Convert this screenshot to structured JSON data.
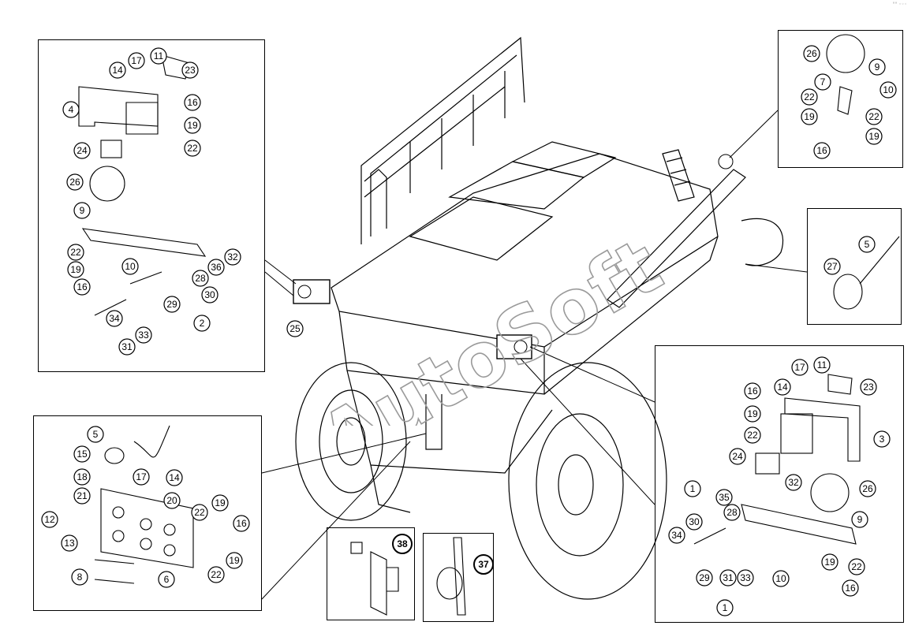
{
  "watermark": "AutoSoft",
  "corner_mark": "°° ◦◦◦",
  "panels": {
    "top_left": {
      "callouts": [
        "17",
        "11",
        "23",
        "14",
        "4",
        "16",
        "19",
        "22",
        "24",
        "26",
        "9",
        "32",
        "22",
        "19",
        "36",
        "10",
        "28",
        "16",
        "30",
        "29",
        "33",
        "34",
        "2",
        "31"
      ]
    },
    "top_right": {
      "callouts": [
        "26",
        "9",
        "7",
        "10",
        "22",
        "19",
        "22",
        "19",
        "16"
      ]
    },
    "plug": {
      "callouts": [
        "5",
        "27"
      ]
    },
    "center": {
      "callouts": [
        "25"
      ]
    },
    "right": {
      "callouts": [
        "17",
        "11",
        "14",
        "23",
        "16",
        "19",
        "3",
        "22",
        "24",
        "1",
        "32",
        "26",
        "35",
        "30",
        "28",
        "9",
        "34",
        "29",
        "31",
        "33",
        "10",
        "19",
        "22",
        "16",
        "1"
      ]
    },
    "bottom_left": {
      "callouts": [
        "5",
        "15",
        "18",
        "17",
        "14",
        "21",
        "20",
        "12",
        "22",
        "19",
        "16",
        "13",
        "8",
        "6",
        "22",
        "19"
      ]
    },
    "switch": {
      "callouts": [
        "38"
      ]
    },
    "clamp": {
      "callouts": [
        "37"
      ]
    }
  }
}
